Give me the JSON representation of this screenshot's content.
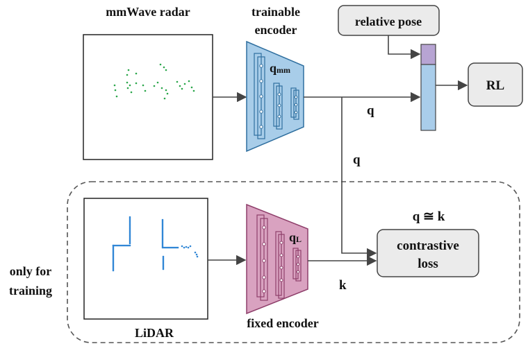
{
  "labels": {
    "radar_title": "mmWave radar",
    "encoder_title_1": "trainable",
    "encoder_title_2": "encoder",
    "qmm_q": "q",
    "qmm_sub": "mm",
    "relative_pose": "relative pose",
    "rl": "RL",
    "q_top": "q",
    "q_mid": "q",
    "q_approx_k": "q ≅ k",
    "contrastive_1": "contrastive",
    "contrastive_2": "loss",
    "only_for_1": "only for",
    "only_for_2": "training",
    "ql_q": "q",
    "ql_sub": "L",
    "k": "k",
    "lidar": "LiDAR",
    "fixed_encoder": "fixed encoder"
  },
  "colors": {
    "trainable_fill": "#a8cde9",
    "trainable_stroke": "#2f6f9f",
    "fixed_fill": "#d9a2c0",
    "fixed_stroke": "#8e3e6a",
    "box_fill": "#ebebeb",
    "box_stroke": "#444444",
    "radar_points": "#2aa64a",
    "lidar_points": "#2f86d6",
    "pose_purple": "#b7a4d3",
    "state_blue": "#a9cdea",
    "arrow": "#444444"
  }
}
